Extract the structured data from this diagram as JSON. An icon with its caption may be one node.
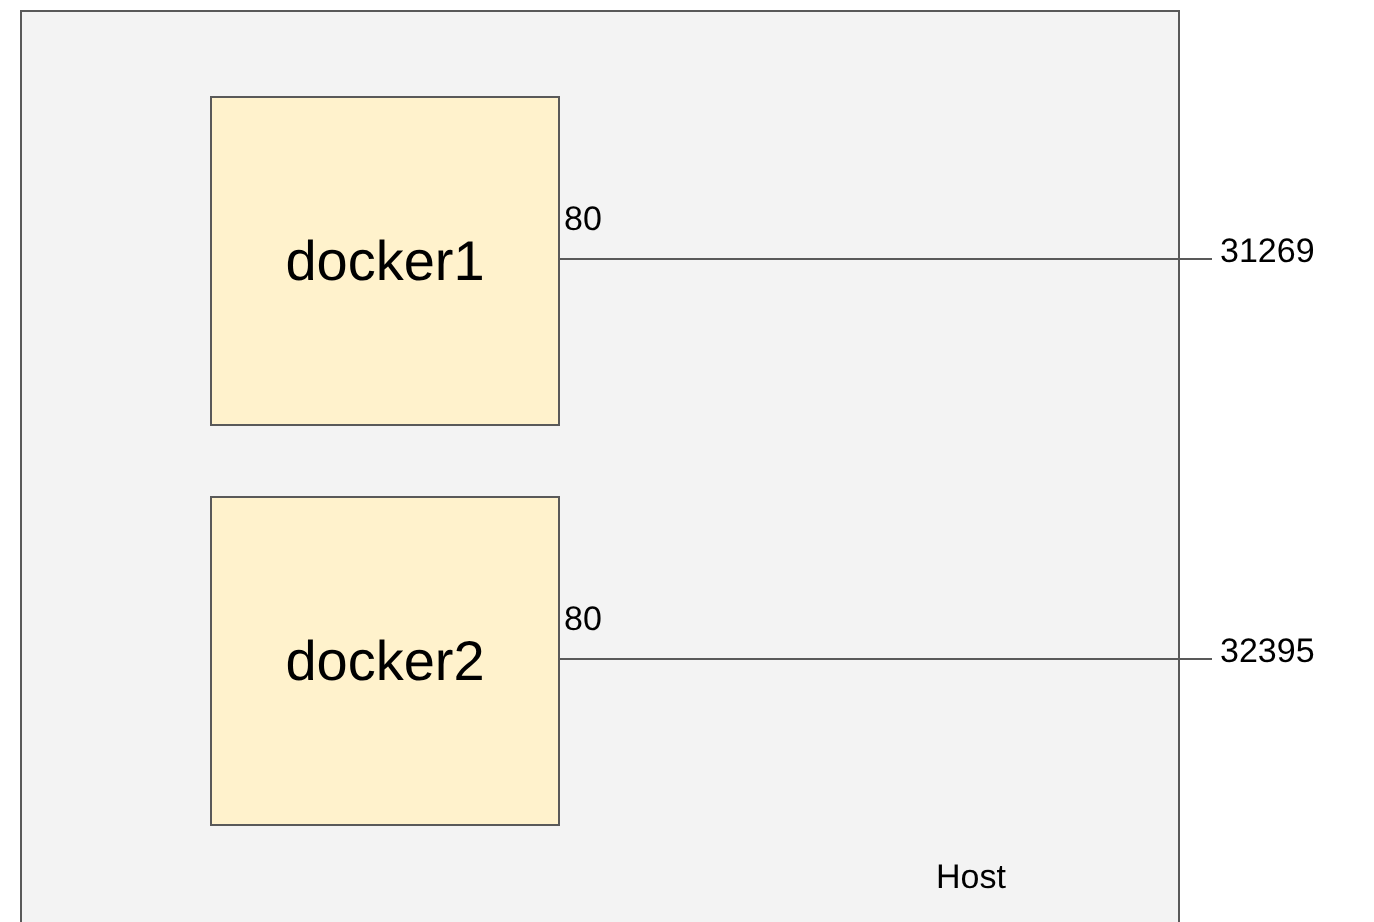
{
  "diagram": {
    "nodes": [
      {
        "text": [
          "Host"
        ]
      },
      {
        "text": [
          "docker1"
        ],
        "in": 0
      },
      {
        "text": [
          "docker2"
        ],
        "in": 0
      },
      {
        "text": [
          "31269"
        ]
      },
      {
        "text": [
          "32395"
        ]
      }
    ],
    "edges": [
      {
        "from": 1,
        "to": 3,
        "arrow": "none",
        "label": "80"
      },
      {
        "from": 2,
        "to": 4,
        "arrow": "none",
        "label": "80"
      }
    ]
  }
}
